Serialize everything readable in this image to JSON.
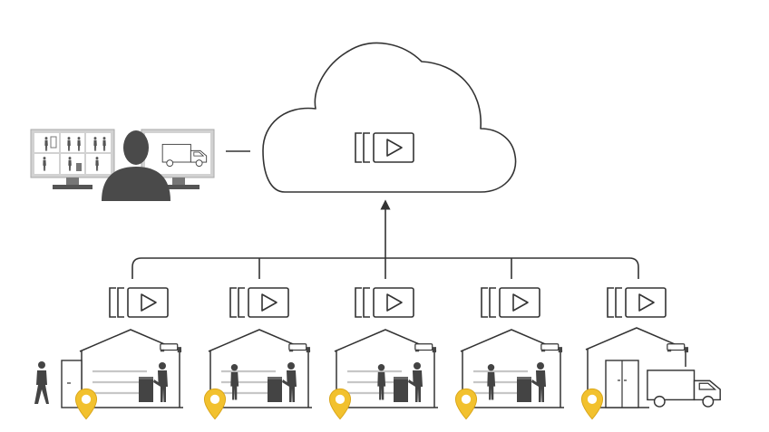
{
  "colors": {
    "stroke": "#333333",
    "figure": "#444444",
    "monitor_frame": "#d2d2d2",
    "monitor_stand": "#555555",
    "operator": "#4a4a4a",
    "location_pin": "#f2c12e",
    "location_pin_stroke": "#d8a417",
    "background": "#ffffff"
  },
  "icons": {
    "cloud": "cloud-icon",
    "video_stream": "video-stream-icon",
    "location_pin": "location-pin-icon",
    "camera": "security-camera-icon",
    "operator": "operator-person-icon",
    "monitor": "monitor-icon",
    "building": "building-icon",
    "truck": "truck-icon",
    "upload_arrow": "upward-arrow-icon"
  },
  "diagram": {
    "monitoring_station": {
      "monitors": 2,
      "operator": true
    },
    "cloud": {
      "contains": "video-stream-icon"
    },
    "sites": [
      {
        "kind": "store-with-visitor",
        "stream": true,
        "camera": true,
        "pin": true
      },
      {
        "kind": "store",
        "stream": true,
        "camera": true,
        "pin": true
      },
      {
        "kind": "store",
        "stream": true,
        "camera": true,
        "pin": true
      },
      {
        "kind": "store",
        "stream": true,
        "camera": true,
        "pin": true
      },
      {
        "kind": "warehouse-with-truck",
        "stream": true,
        "camera": true,
        "pin": true
      }
    ]
  }
}
